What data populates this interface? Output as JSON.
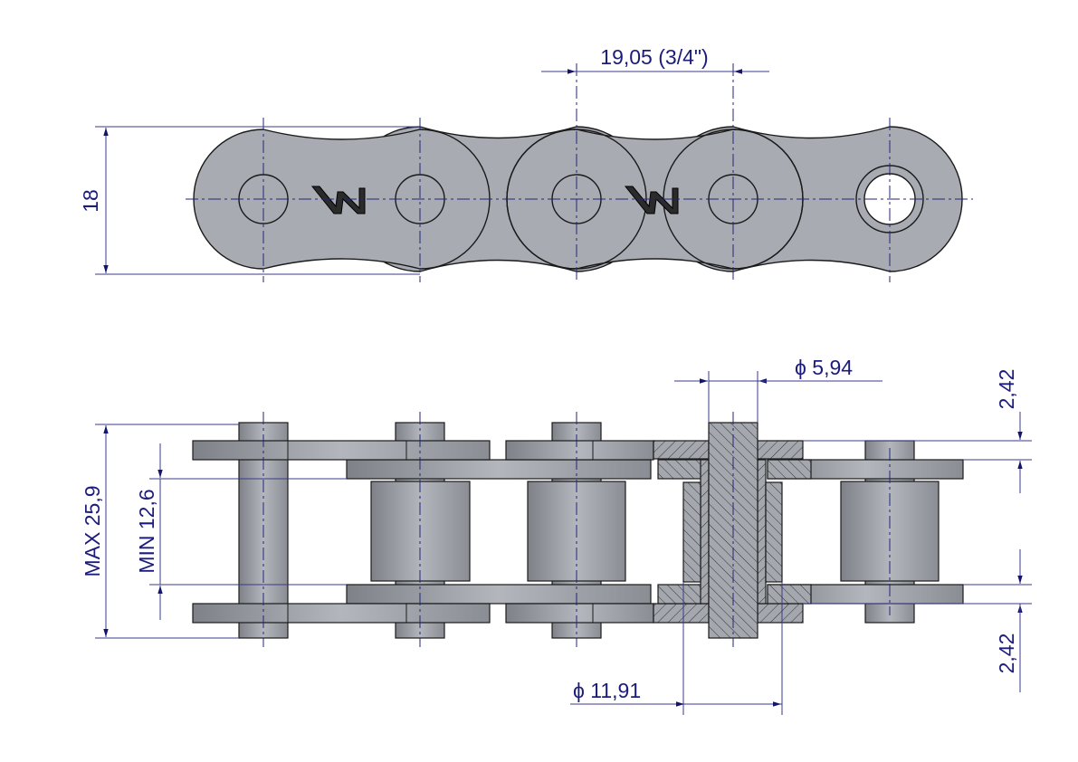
{
  "drawing": {
    "dimensions": {
      "pitch": "19,05 (3/4\")",
      "plate_height": "18",
      "pin_diameter": "ϕ 5,94",
      "roller_diameter": "ϕ 11,91",
      "max_width": "MAX 25,9",
      "min_inner_width": "MIN 12,6",
      "plate_thickness_top": "2,42",
      "plate_thickness_bottom": "2,42"
    },
    "logo": "W",
    "colors": {
      "dimension": "#1c1c7a",
      "part": "#a8acb2",
      "outline": "#1a1a1a"
    }
  }
}
